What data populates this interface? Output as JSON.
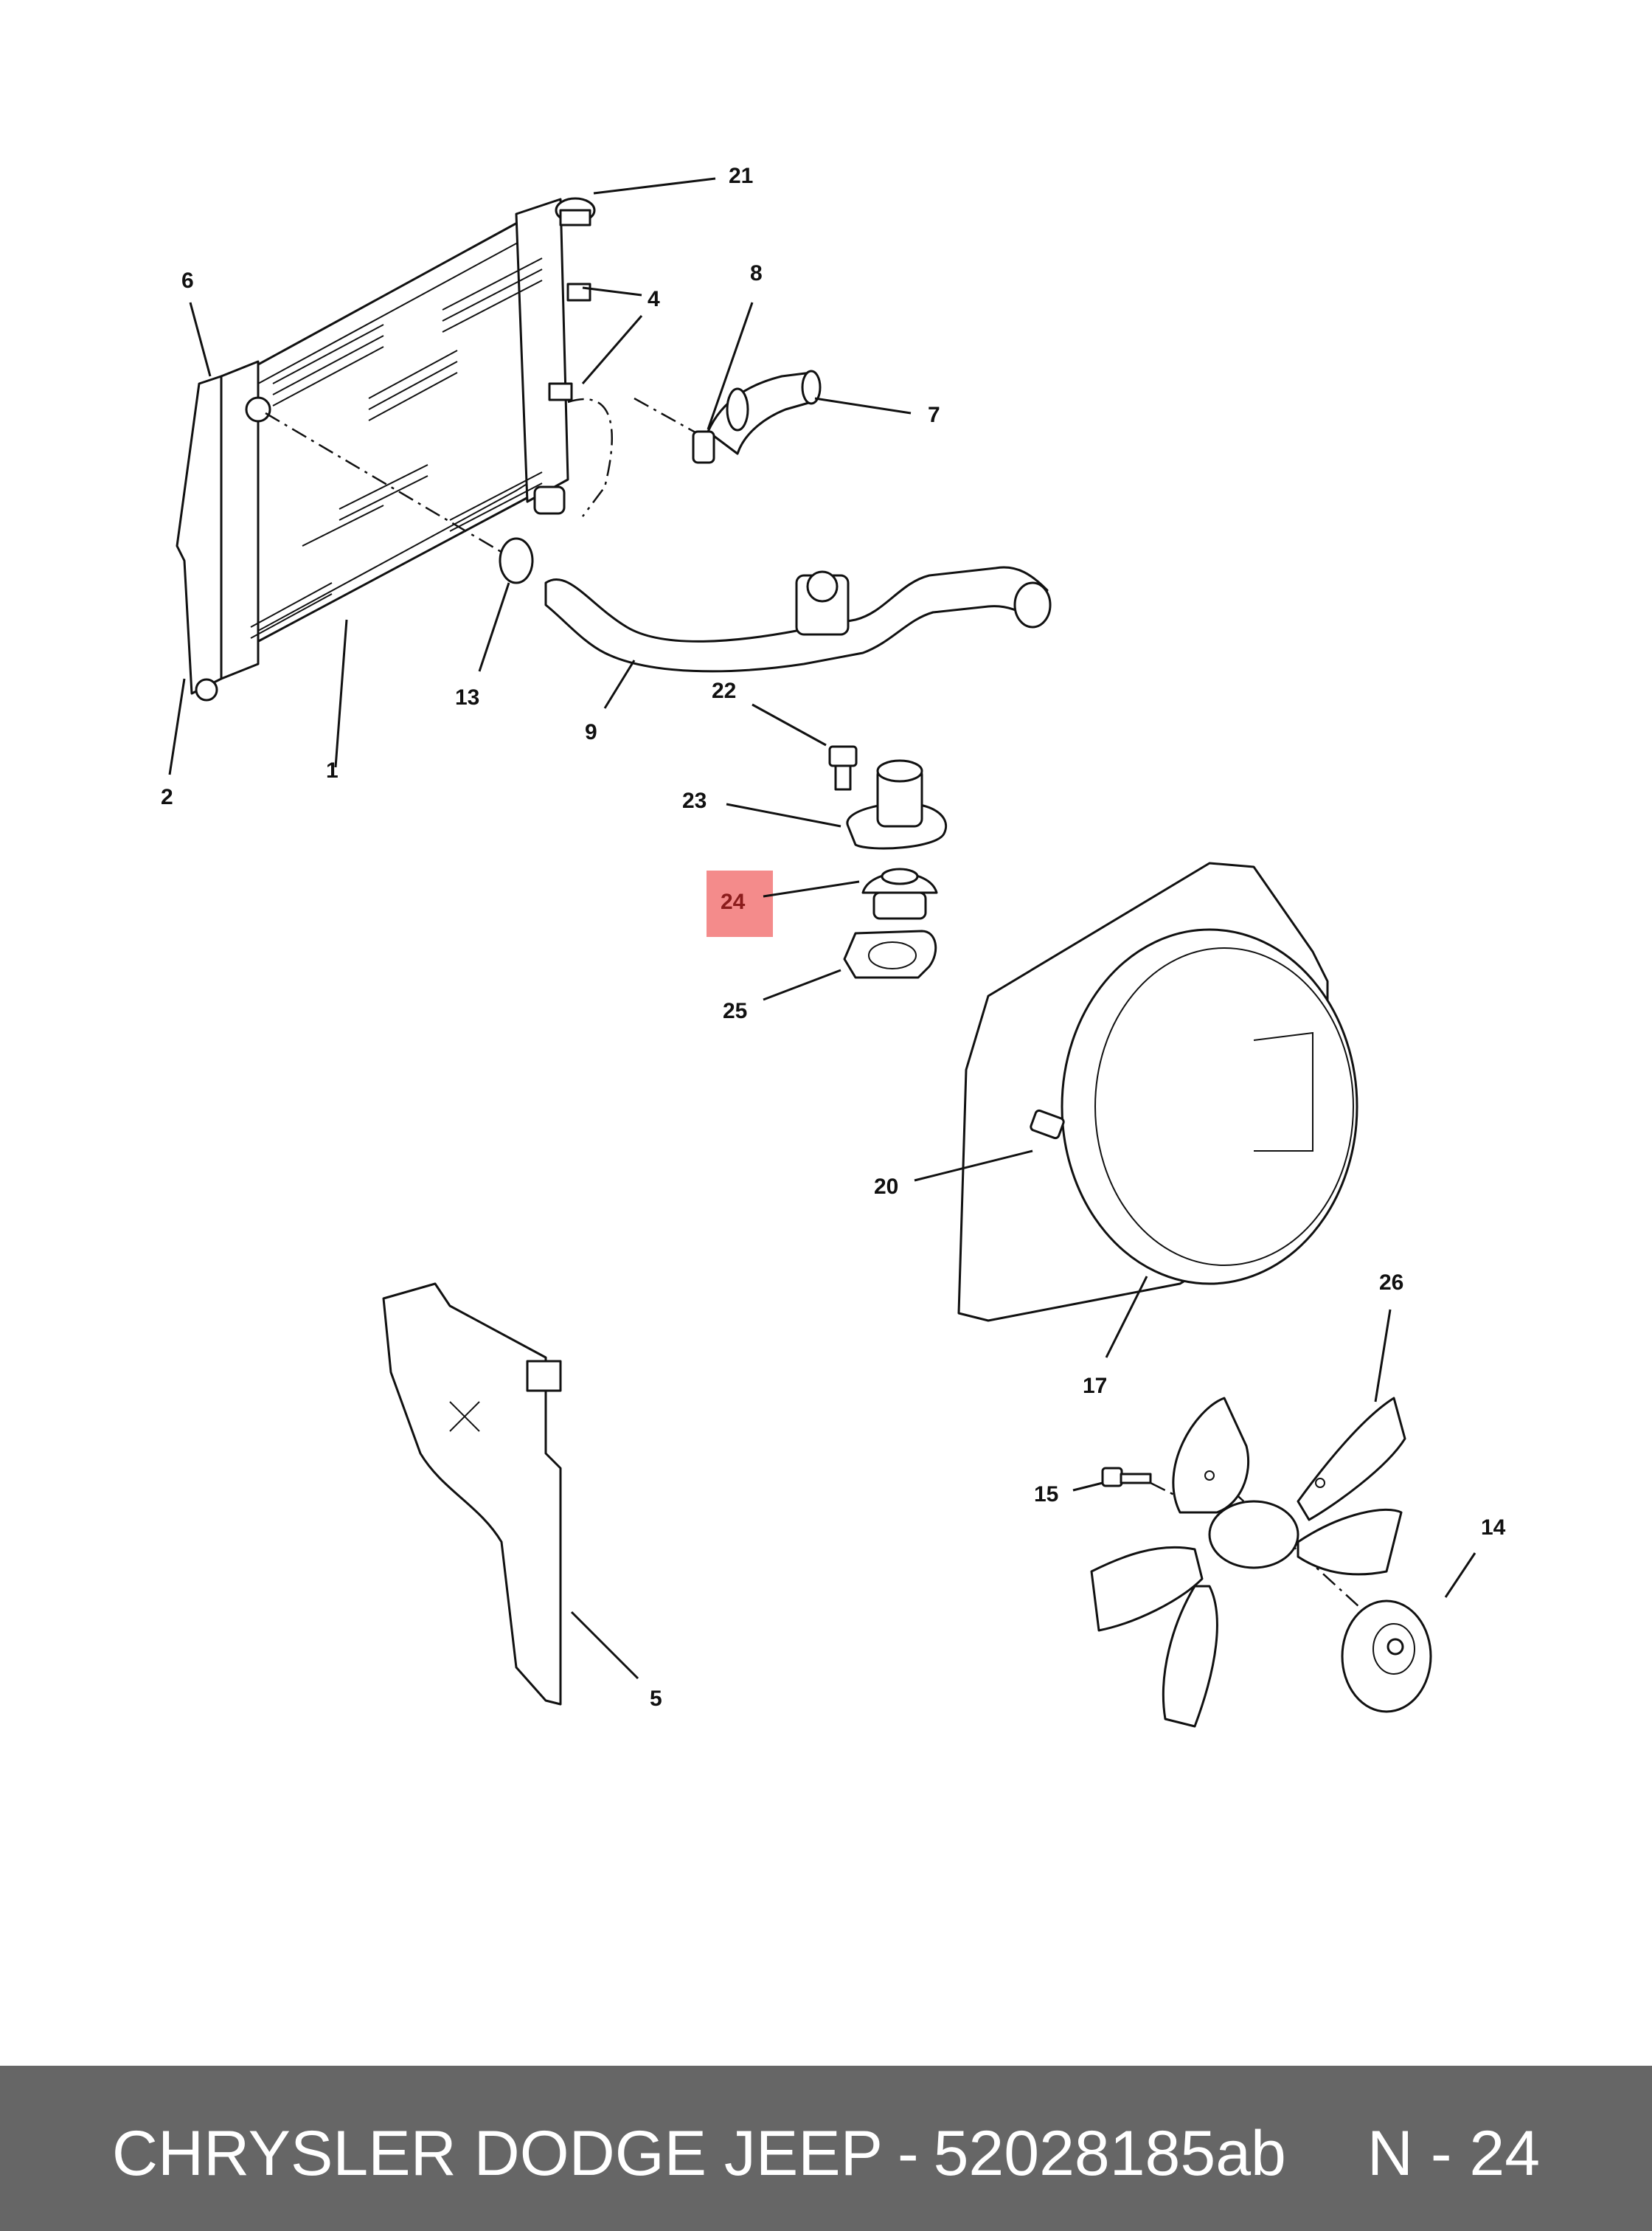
{
  "callouts": {
    "c1": "1",
    "c2": "2",
    "c4": "4",
    "c5": "5",
    "c6": "6",
    "c7": "7",
    "c8": "8",
    "c9": "9",
    "c13": "13",
    "c14": "14",
    "c15": "15",
    "c17": "17",
    "c20": "20",
    "c21": "21",
    "c22": "22",
    "c23": "23",
    "c24": "24",
    "c25": "25",
    "c26": "26"
  },
  "highlight": {
    "label": "24",
    "color": "#f48b8b"
  },
  "footer": {
    "brand": "CHRYSLER DODGE JEEP",
    "separator": "-",
    "part_number": "52028185ab",
    "ref_prefix": "N -",
    "ref_number": "24",
    "background": "#666666"
  }
}
